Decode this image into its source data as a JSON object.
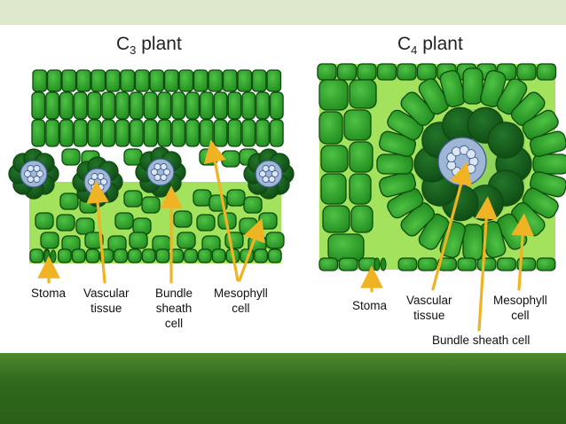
{
  "titles": {
    "c3": {
      "prefix": "C",
      "sub": "3",
      "suffix": " plant"
    },
    "c4": {
      "prefix": "C",
      "sub": "4",
      "suffix": " plant"
    }
  },
  "c3_labels": {
    "stoma": "Stoma",
    "vascular_1": "Vascular",
    "vascular_2": "tissue",
    "bundle_1": "Bundle",
    "bundle_2": "sheath",
    "bundle_3": "cell",
    "meso_1": "Mesophyll",
    "meso_2": "cell"
  },
  "c4_labels": {
    "stoma": "Stoma",
    "vascular_1": "Vascular",
    "vascular_2": "tissue",
    "meso_1": "Mesophyll",
    "meso_2": "cell",
    "bundle": "Bundle sheath cell"
  },
  "colors": {
    "cell_green": "#2f9e2a",
    "cell_dark": "#1a6e1a",
    "sheath_dark": "#0f4f12",
    "interior": "#9fe05a",
    "vascular_blue": "#9fb6d6",
    "arrow": "#f0b323",
    "background_band": "#3a7424"
  }
}
